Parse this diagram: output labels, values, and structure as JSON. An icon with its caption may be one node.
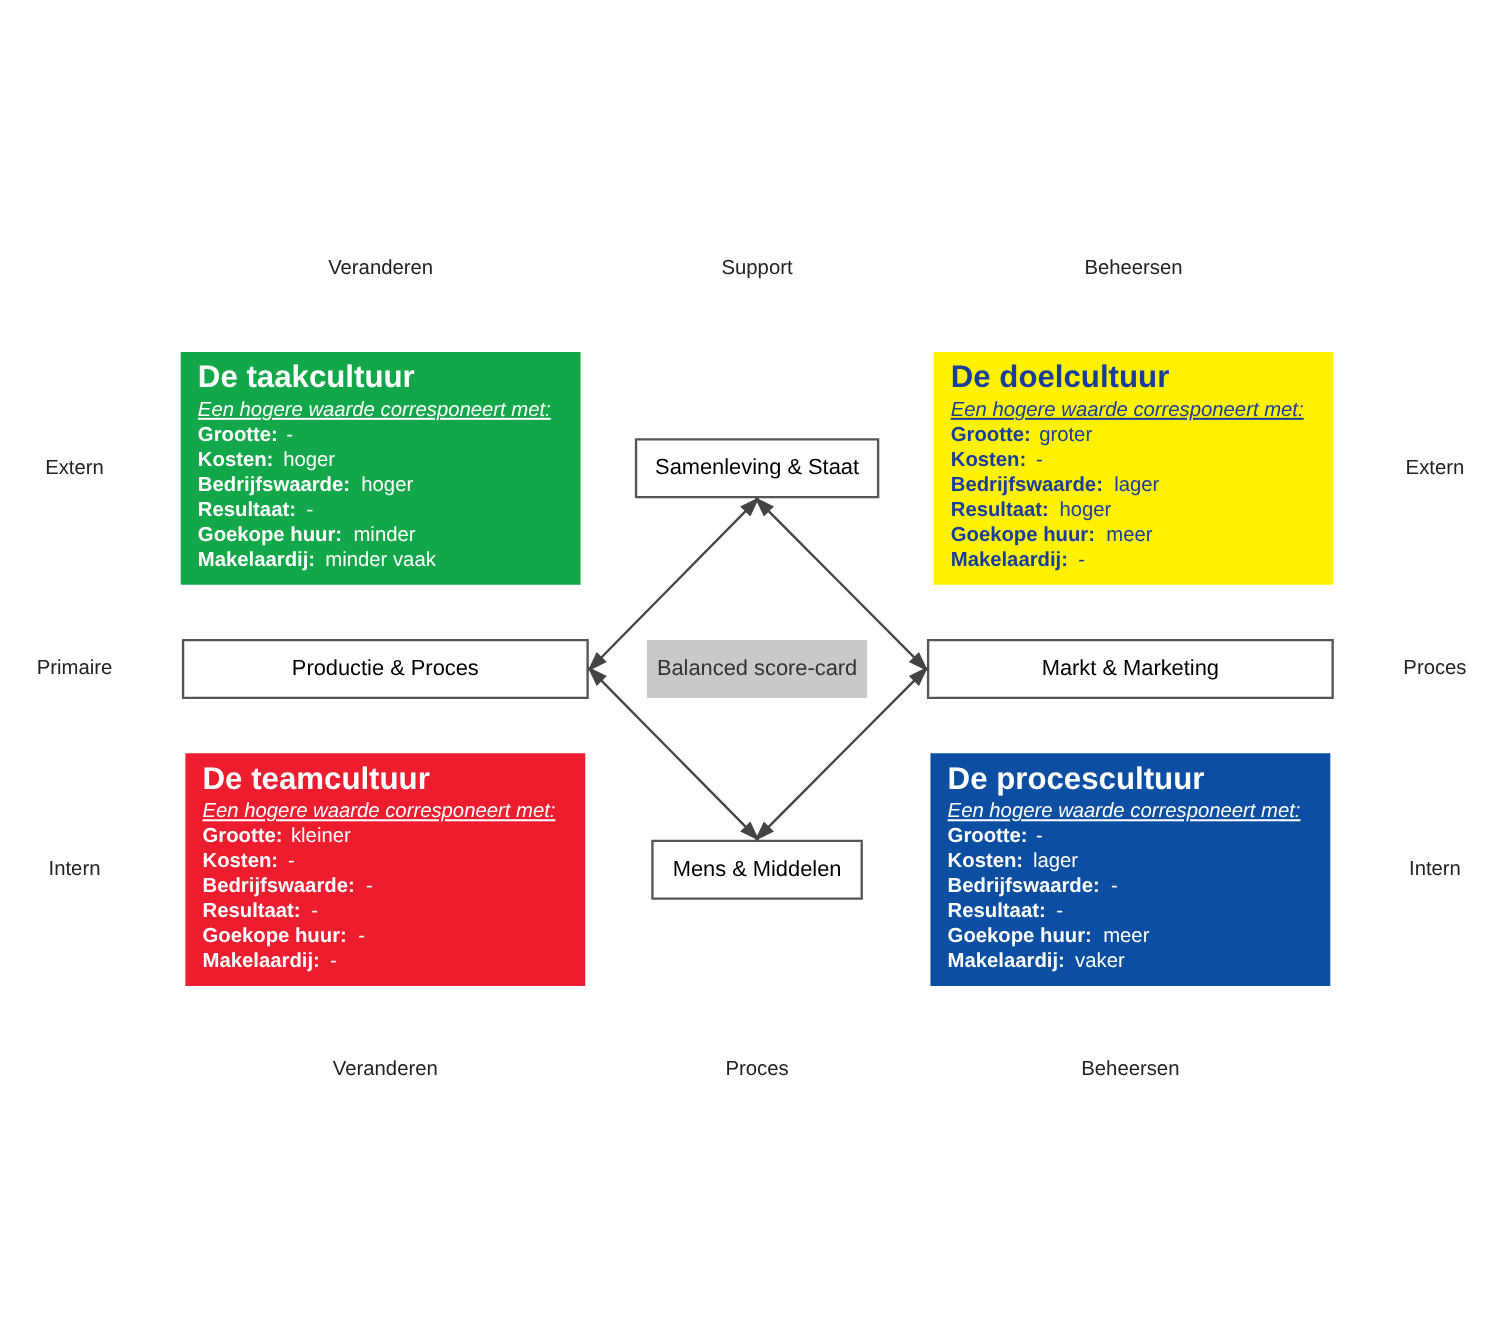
{
  "diagram": {
    "nodes": [
      {
        "text": [
          "De taakcultuur",
          "Een hogere waarde corresponeert met:",
          "**Grootte:** -",
          "**Kosten:** hoger",
          "**Bedrijfswaarde:** hoger",
          "**Resultaat:** -",
          "**Goekope huur:** minder",
          "**Makelaardij:** minder vaak"
        ]
      },
      {
        "text": [
          "Samenleving & Staat"
        ]
      },
      {
        "text": [
          "De doelcultuur",
          "Een hogere waarde corresponeert met:",
          "**Grootte:** groter",
          "**Kosten:** -",
          "**Bedrijfswaarde:** lager",
          "**Resultaat:** hoger",
          "**Goekope huur:** meer",
          "**Makelaardij:** -"
        ]
      },
      {
        "text": [
          "Productie & Proces"
        ]
      },
      {
        "text": [
          "Balanced score-card"
        ]
      },
      {
        "text": [
          "Markt & Marketing"
        ]
      },
      {
        "text": [
          "De teamcultuur",
          "Een hogere waarde corresponeert met:",
          "**Grootte:** kleiner",
          "**Kosten:** -",
          "**Bedrijfswaarde:** -",
          "**Resultaat:** -",
          "**Goekope huur:** -",
          "**Makelaardij:** -"
        ]
      },
      {
        "text": [
          "Mens & Middelen"
        ]
      },
      {
        "text": [
          "De procescultuur",
          "Een hogere waarde corresponeert met:",
          "**Grootte:** -",
          "**Kosten:** lager",
          "**Bedrijfswaarde:** -",
          "**Resultaat:** -",
          "**Goekope huur:** meer",
          "**Makelaardij:** vaker"
        ]
      }
    ],
    "edges": [
      {
        "from": 1,
        "to": 3,
        "arrow": "both"
      },
      {
        "from": 1,
        "to": 5,
        "arrow": "both"
      },
      {
        "from": 3,
        "to": 7,
        "arrow": "both"
      },
      {
        "from": 5,
        "to": 7,
        "arrow": "both"
      }
    ],
    "labels": [
      "Veranderen",
      "Support",
      "Beheersen",
      "Extern",
      "Extern",
      "Primaire",
      "Proces",
      "Intern",
      "Intern",
      "Veranderen",
      "Proces",
      "Beheersen"
    ]
  }
}
